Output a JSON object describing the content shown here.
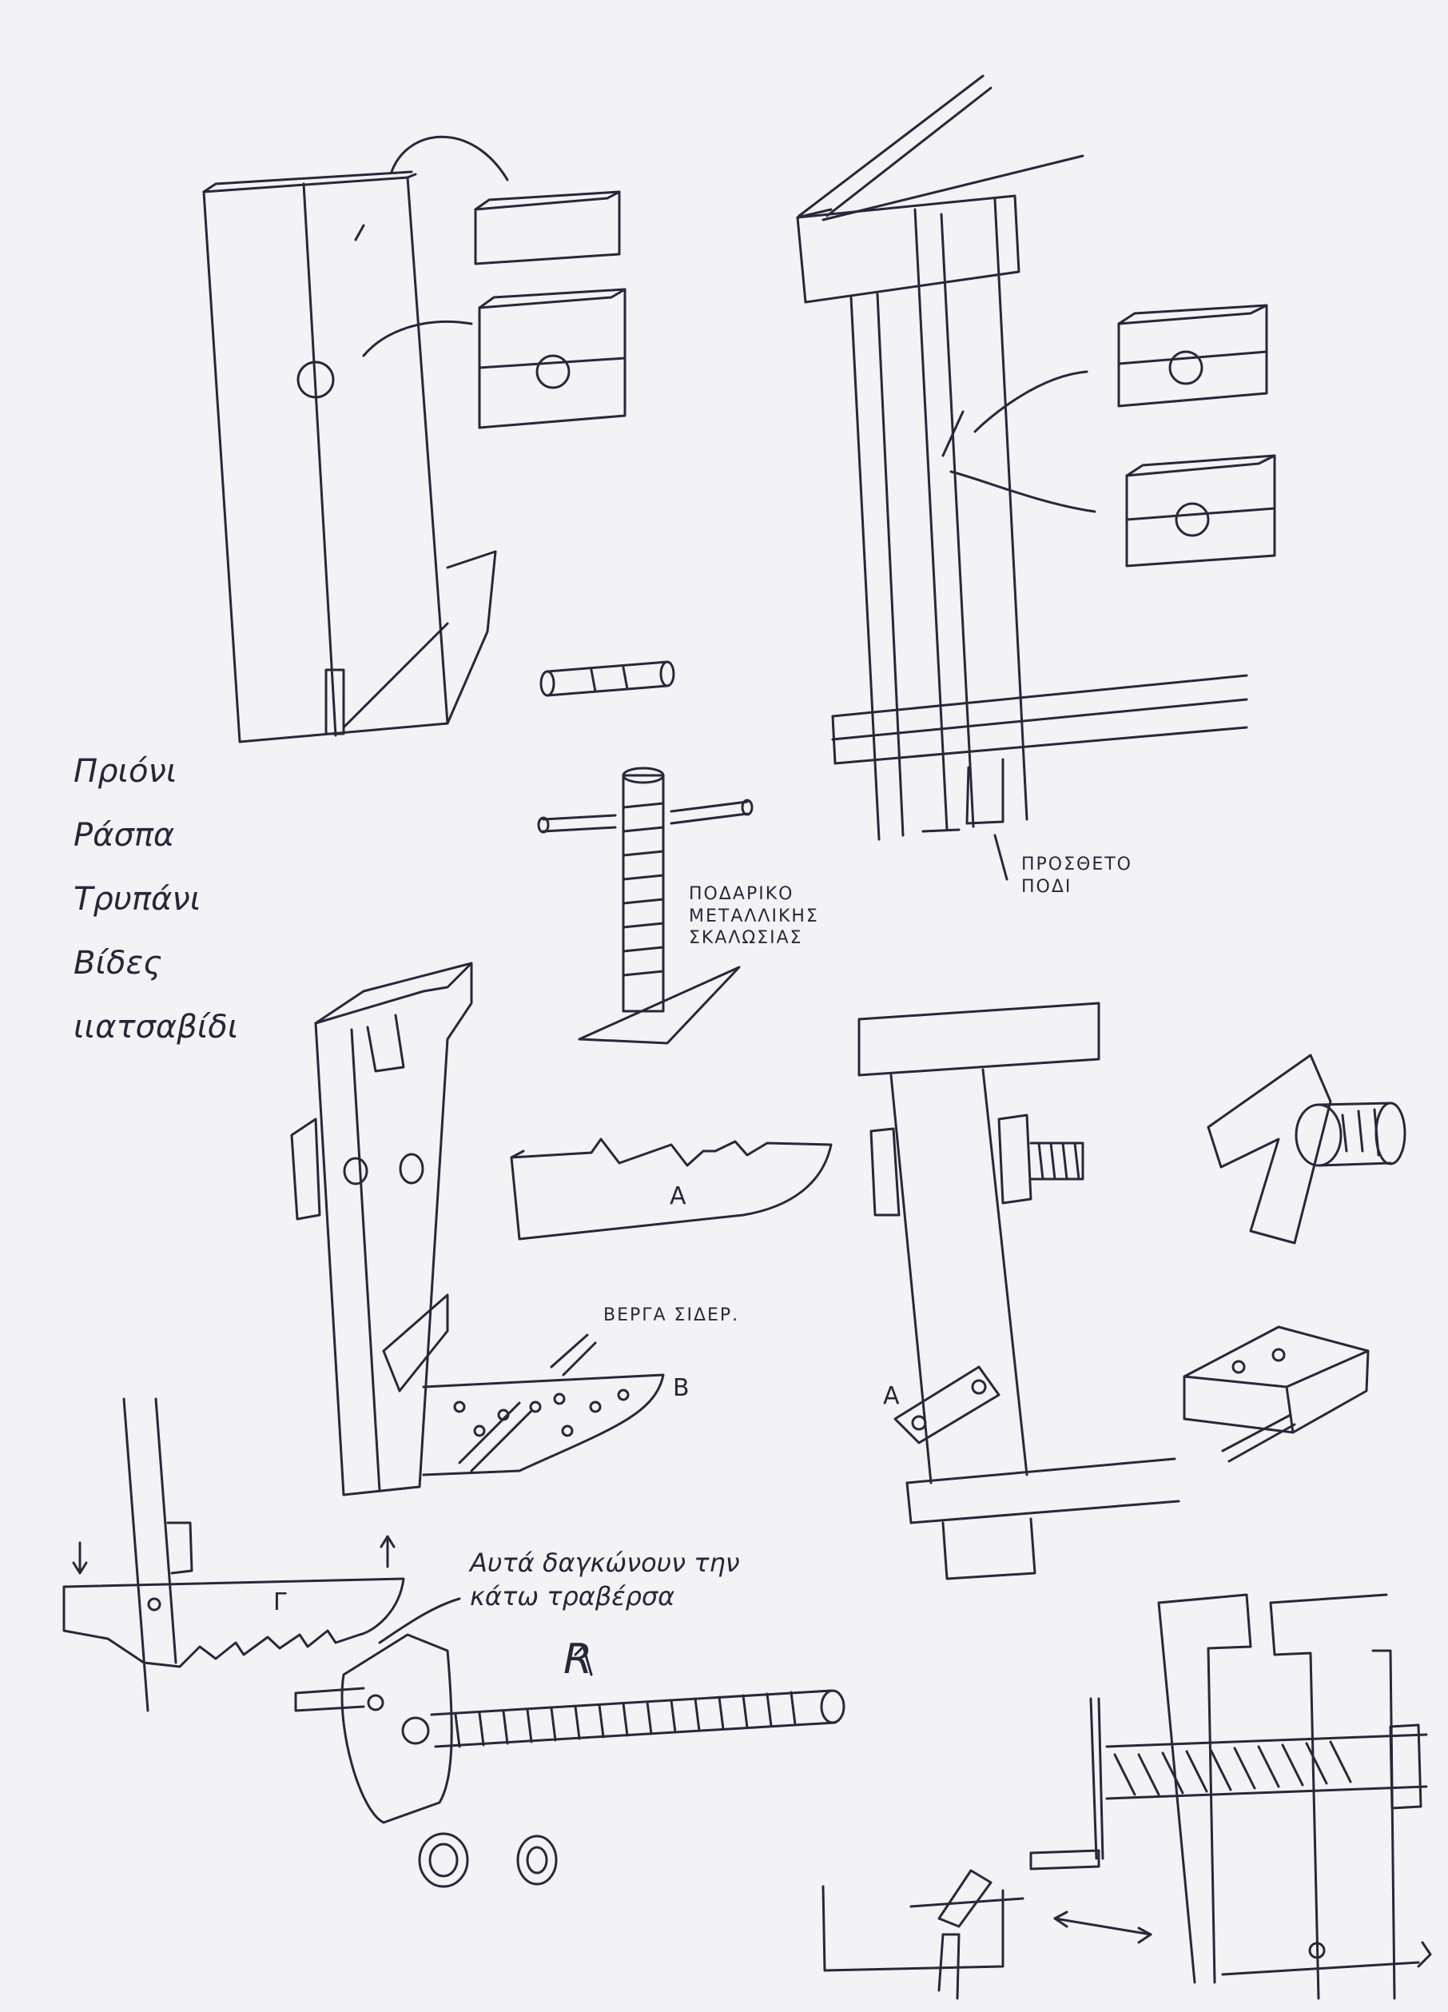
{
  "tools_list": [
    "Πριόνι",
    "Ράσπα",
    "Τρυπάνι",
    "Βίδες",
    "ιιατσαβίδι"
  ],
  "labels": {
    "extra_leg": [
      "ΠΡΟΣΘΕΤΟ",
      "ΠΟΔΙ"
    ],
    "metal_scaffold_foot": [
      "ΠΟΔΑΡΙΚΟ",
      "ΜΕΤΑΛΛΙΚΗΣ",
      "ΣΚΑΛΩΣΙΑΣ"
    ],
    "iron_rod": "ΒΕΡΓΑ ΣΙΔΕΡ.",
    "part_a": "A",
    "part_a_side": "A",
    "part_b": "B",
    "part_g": "Γ",
    "rod_r": "R",
    "note": [
      "Αυτά δαγκώνουν την",
      "κάτω τραβέρσα"
    ]
  },
  "colors": {
    "paper": "#f3f3f6",
    "ink": "#27293a"
  }
}
